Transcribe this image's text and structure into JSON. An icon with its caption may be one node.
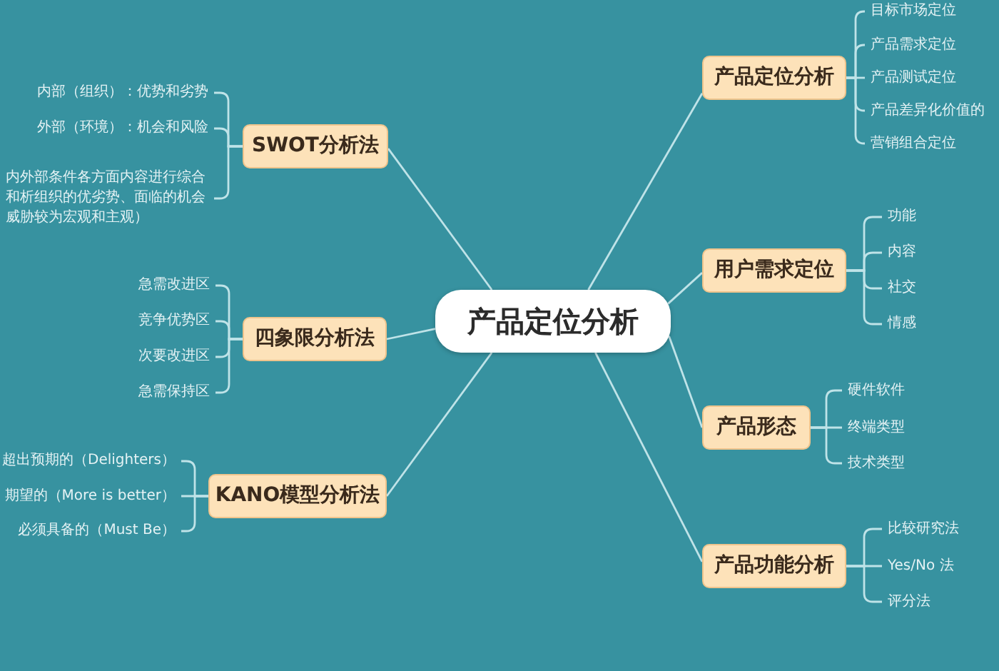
{
  "diagram": {
    "nodes": [
      {
        "text": [
          "产品定位分析"
        ]
      },
      {
        "text": [
          "SWOT分析法"
        ]
      },
      {
        "text": [
          "内部（组织）：优势和劣势"
        ]
      },
      {
        "text": [
          "外部（环境）：机会和风险"
        ]
      },
      {
        "text": [
          "内外部条件各方面内容进行综合和析组织的优劣势、面临的机会威胁较为宏观和主观）"
        ]
      },
      {
        "text": [
          "四象限分析法"
        ]
      },
      {
        "text": [
          "急需改进区"
        ]
      },
      {
        "text": [
          "竞争优势区"
        ]
      },
      {
        "text": [
          "次要改进区"
        ]
      },
      {
        "text": [
          "急需保持区"
        ]
      },
      {
        "text": [
          "KANO模型分析法"
        ]
      },
      {
        "text": [
          "超出预期的（Delighters）"
        ]
      },
      {
        "text": [
          "期望的（More is better）"
        ]
      },
      {
        "text": [
          "必须具备的（Must Be）"
        ]
      },
      {
        "text": [
          "产品定位分析"
        ]
      },
      {
        "text": [
          "目标市场定位"
        ]
      },
      {
        "text": [
          "产品需求定位"
        ]
      },
      {
        "text": [
          "产品测试定位"
        ]
      },
      {
        "text": [
          "产品差异化价值的"
        ]
      },
      {
        "text": [
          "营销组合定位"
        ]
      },
      {
        "text": [
          "用户需求定位"
        ]
      },
      {
        "text": [
          "功能"
        ]
      },
      {
        "text": [
          "内容"
        ]
      },
      {
        "text": [
          "社交"
        ]
      },
      {
        "text": [
          "情感"
        ]
      },
      {
        "text": [
          "产品形态"
        ]
      },
      {
        "text": [
          "硬件软件"
        ]
      },
      {
        "text": [
          "终端类型"
        ]
      },
      {
        "text": [
          "技术类型"
        ]
      },
      {
        "text": [
          "产品功能分析"
        ]
      },
      {
        "text": [
          "比较研究法"
        ]
      },
      {
        "text": [
          "Yes/No 法"
        ]
      },
      {
        "text": [
          "评分法"
        ]
      }
    ],
    "edges": [
      {
        "from": 0,
        "to": 1,
        "arrow": "none"
      },
      {
        "from": 1,
        "to": 2,
        "arrow": "none"
      },
      {
        "from": 1,
        "to": 3,
        "arrow": "none"
      },
      {
        "from": 1,
        "to": 4,
        "arrow": "none"
      },
      {
        "from": 0,
        "to": 5,
        "arrow": "none"
      },
      {
        "from": 5,
        "to": 6,
        "arrow": "none"
      },
      {
        "from": 5,
        "to": 7,
        "arrow": "none"
      },
      {
        "from": 5,
        "to": 8,
        "arrow": "none"
      },
      {
        "from": 5,
        "to": 9,
        "arrow": "none"
      },
      {
        "from": 0,
        "to": 10,
        "arrow": "none"
      },
      {
        "from": 10,
        "to": 11,
        "arrow": "none"
      },
      {
        "from": 10,
        "to": 12,
        "arrow": "none"
      },
      {
        "from": 10,
        "to": 13,
        "arrow": "none"
      },
      {
        "from": 0,
        "to": 14,
        "arrow": "none"
      },
      {
        "from": 14,
        "to": 15,
        "arrow": "none"
      },
      {
        "from": 14,
        "to": 16,
        "arrow": "none"
      },
      {
        "from": 14,
        "to": 17,
        "arrow": "none"
      },
      {
        "from": 14,
        "to": 18,
        "arrow": "none"
      },
      {
        "from": 14,
        "to": 19,
        "arrow": "none"
      },
      {
        "from": 0,
        "to": 20,
        "arrow": "none"
      },
      {
        "from": 20,
        "to": 21,
        "arrow": "none"
      },
      {
        "from": 20,
        "to": 22,
        "arrow": "none"
      },
      {
        "from": 20,
        "to": 23,
        "arrow": "none"
      },
      {
        "from": 20,
        "to": 24,
        "arrow": "none"
      },
      {
        "from": 0,
        "to": 25,
        "arrow": "none"
      },
      {
        "from": 25,
        "to": 26,
        "arrow": "none"
      },
      {
        "from": 25,
        "to": 27,
        "arrow": "none"
      },
      {
        "from": 25,
        "to": 28,
        "arrow": "none"
      },
      {
        "from": 0,
        "to": 29,
        "arrow": "none"
      },
      {
        "from": 29,
        "to": 30,
        "arrow": "none"
      },
      {
        "from": 29,
        "to": 31,
        "arrow": "none"
      },
      {
        "from": 29,
        "to": 32,
        "arrow": "none"
      }
    ]
  }
}
